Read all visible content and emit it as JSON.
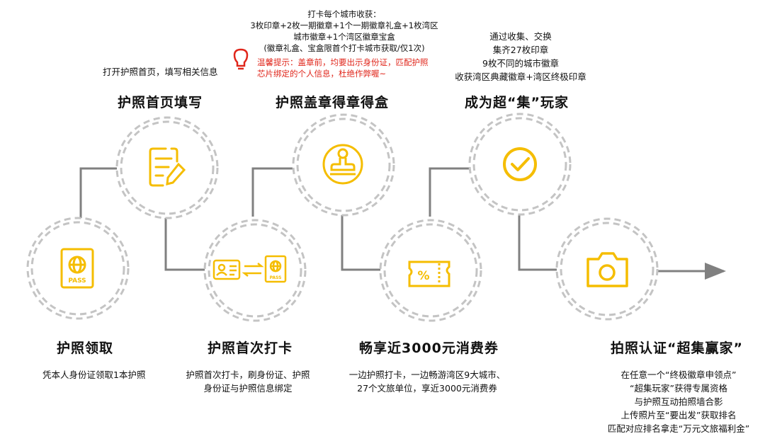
{
  "steps": [
    {
      "title": "护照领取",
      "desc": [
        "凭本人身份证领取1本护照"
      ]
    },
    {
      "title": "护照首页填写",
      "desc": [
        "打开护照首页，填写相关信息"
      ]
    },
    {
      "title": "护照首次打卡",
      "desc": [
        "护照首次打卡，刷身份证、护照",
        "身份证与护照信息绑定"
      ]
    },
    {
      "title": "护照盖章得章得盒",
      "desc": [
        "打卡每个城市收获：",
        "3枚印章+2枚一期徽章+1个一期徽章礼盒+1枚湾区",
        "城市徽章+1个湾区徽章宝盒",
        "(徽章礼盒、宝盒限首个打卡城市获取/仅1次)"
      ],
      "tip": [
        "温馨提示：盖章前，均要出示身份证，匹配护照",
        "芯片绑定的个人信息，杜绝作弊喔~"
      ]
    },
    {
      "title": "畅享近3000元消费券",
      "desc": [
        "一边护照打卡，一边畅游湾区9大城市、",
        "27个文旅单位，享近3000元消费券"
      ]
    },
    {
      "title": "成为超“集”玩家",
      "desc": [
        "通过收集、交换",
        "集齐27枚印章",
        "9枚不同的城市徽章",
        "收获湾区典藏徽章+湾区终极印章"
      ]
    },
    {
      "title": "拍照认证“超集赢家”",
      "desc": [
        "在任意一个“终极徽章申领点”",
        "“超集玩家”获得专属资格",
        "与护照互动拍照墙合影",
        "上传照片至“要出发”获取排名",
        "匹配对应排名拿走“万元文旅福利金”"
      ]
    }
  ],
  "icons": {
    "pass_label": "PASS"
  },
  "colors": {
    "accent": "#f5bd00",
    "line": "#808080",
    "ring": "#bdbdbd",
    "tip": "#e0261b"
  }
}
